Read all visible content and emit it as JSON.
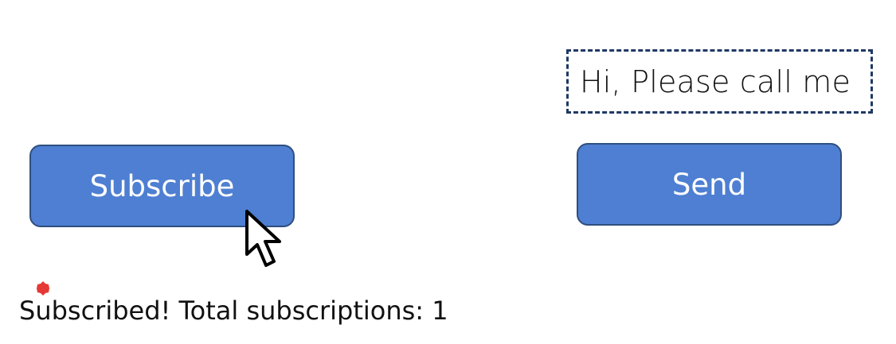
{
  "message_box": {
    "text": "Hi, Please call me"
  },
  "buttons": {
    "subscribe_label": "Subscribe",
    "send_label": "Send"
  },
  "status": {
    "text": "Subscribed! Total subscriptions: 1"
  },
  "colors": {
    "button_fill": "#4e7fd2",
    "button_border": "#2f4f7f",
    "dashed_border": "#203864",
    "click_marker": "#e53935"
  },
  "icons": {
    "cursor": "mouse-pointer-icon",
    "click_marker": "click-indicator-icon"
  }
}
